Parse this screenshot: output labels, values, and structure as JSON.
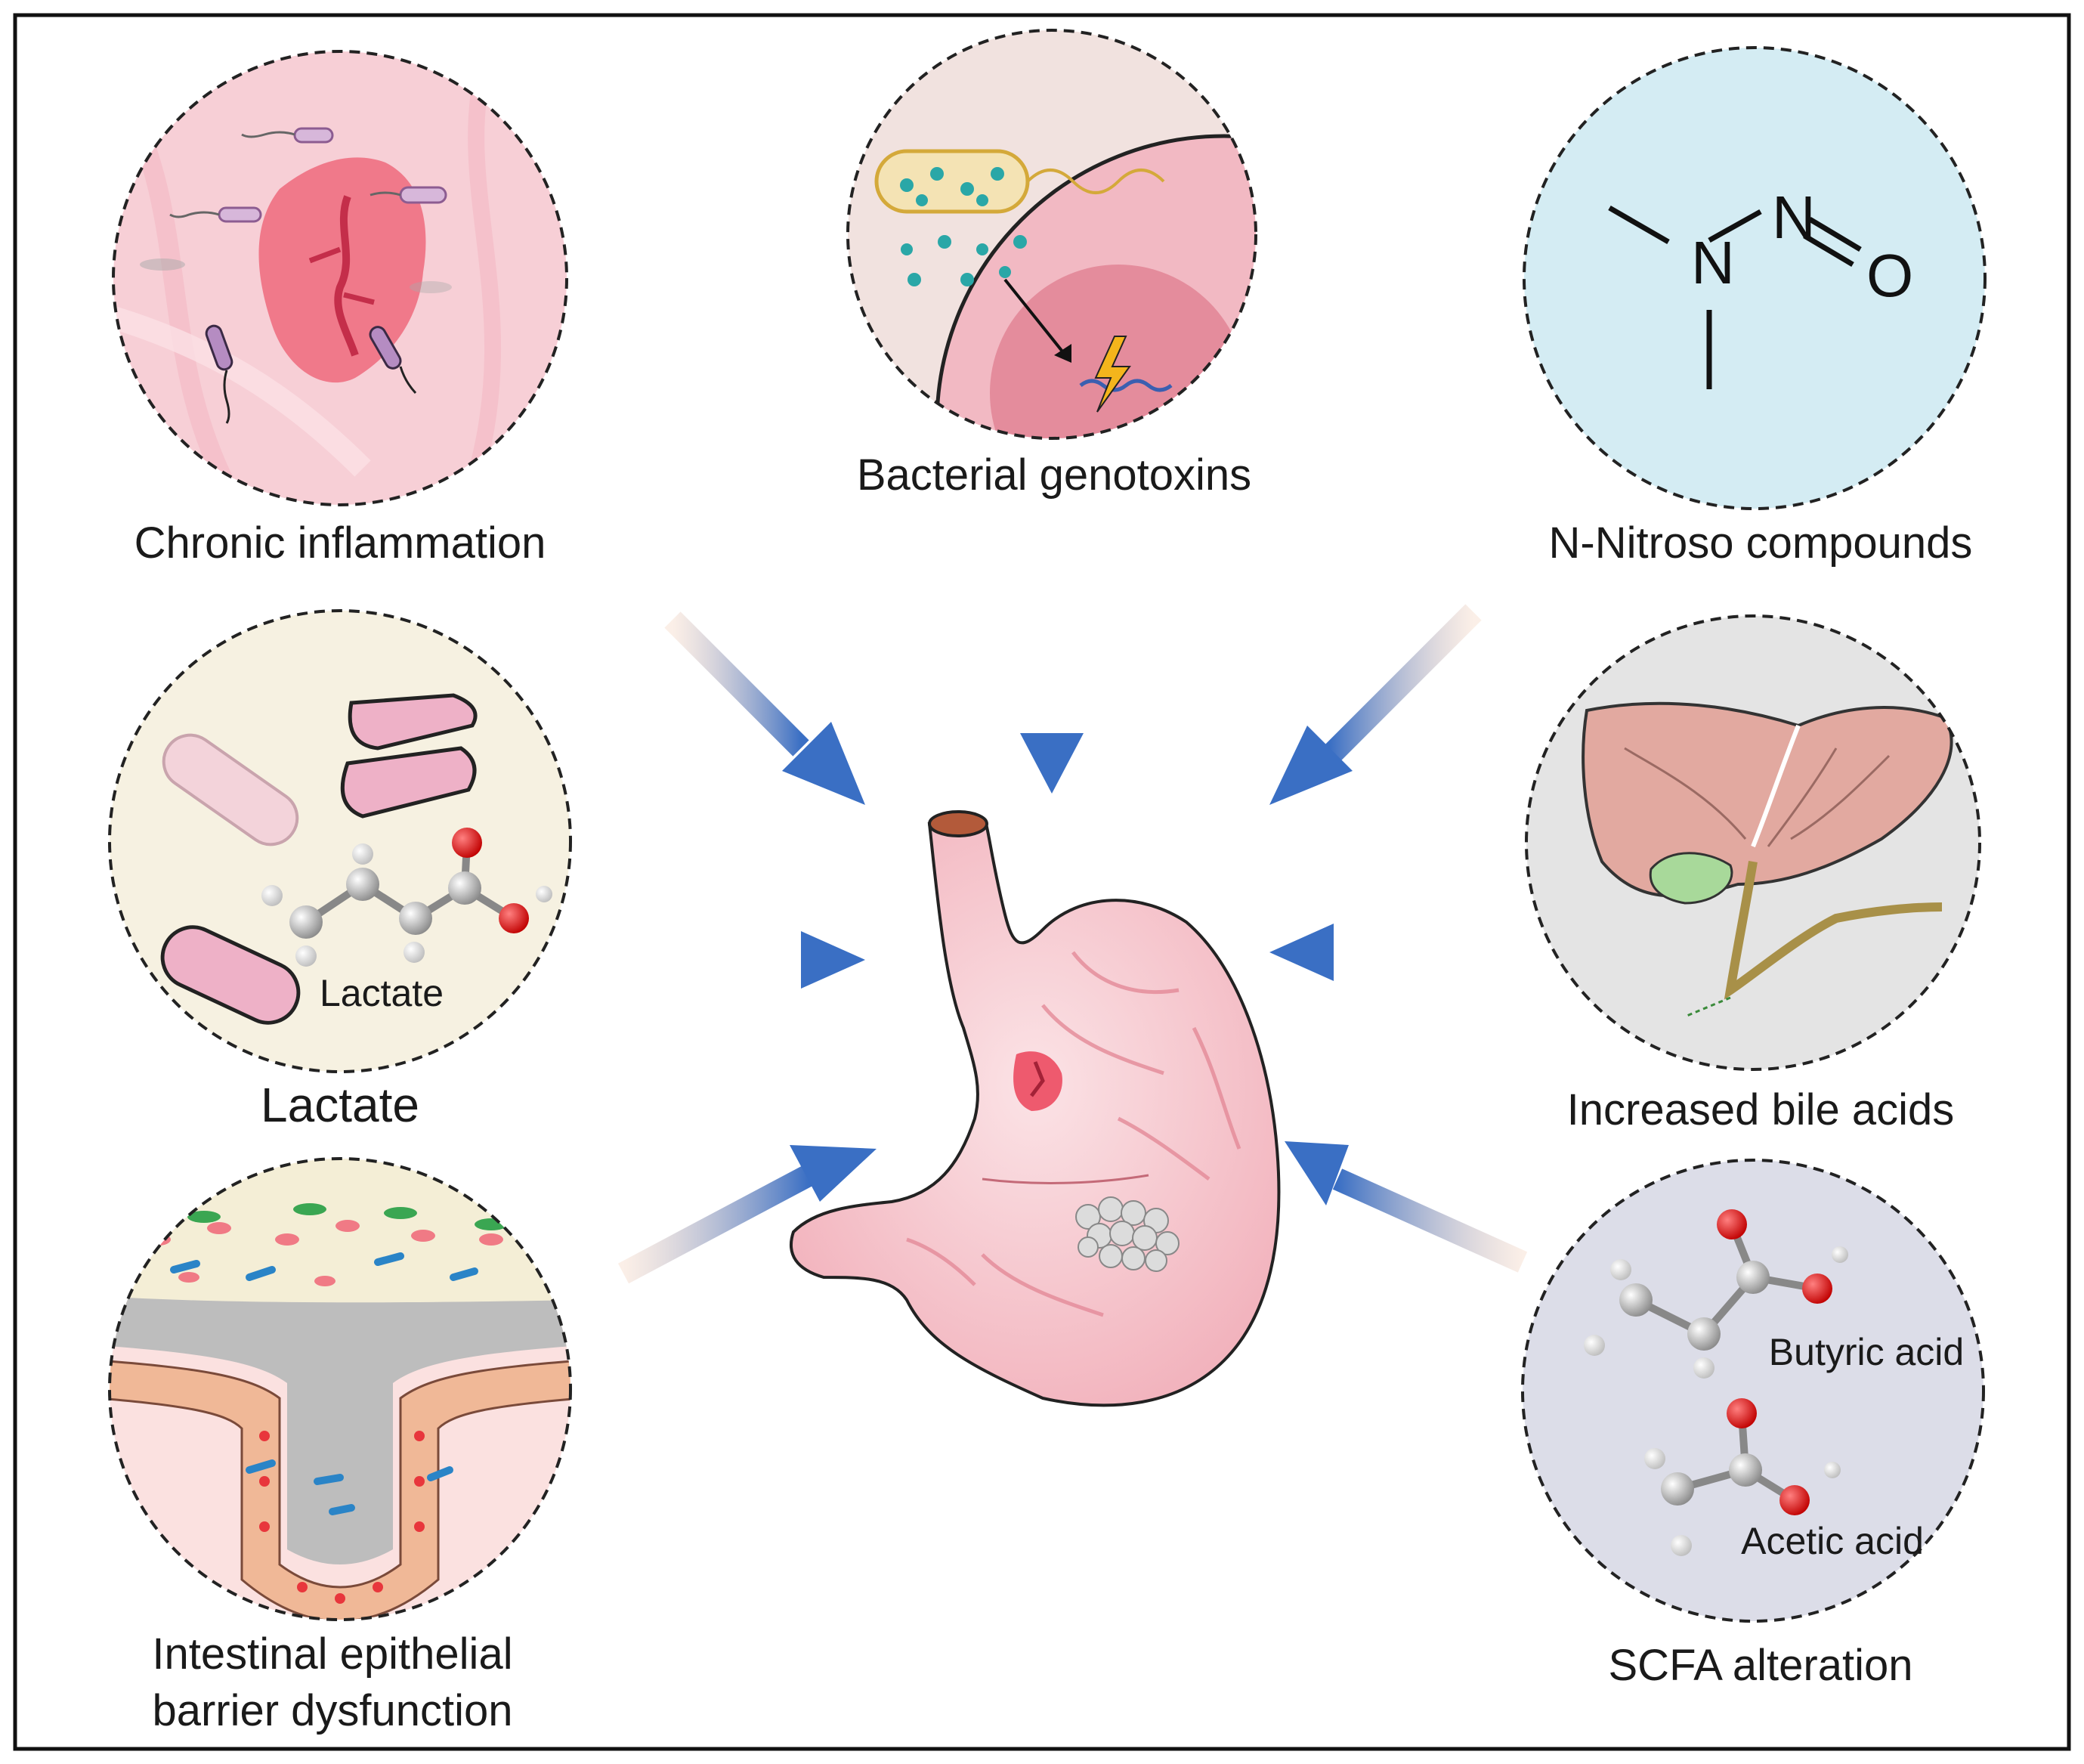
{
  "panels": {
    "chronic_inflammation": {
      "label": "Chronic inflammation"
    },
    "bacterial_genotoxins": {
      "label": "Bacterial genotoxins"
    },
    "n_nitroso": {
      "label": "N-Nitroso compounds",
      "atoms": {
        "n1": "N",
        "n2": "N",
        "o": "O"
      }
    },
    "lactate": {
      "label": "Lactate",
      "molecule_label": "Lactate"
    },
    "bile_acids": {
      "label": "Increased bile acids"
    },
    "barrier": {
      "label_line1": "Intestinal epithelial",
      "label_line2": "barrier dysfunction"
    },
    "scfa": {
      "label": "SCFA alteration",
      "molecule1": "Butyric acid",
      "molecule2": "Acetic acid"
    }
  },
  "colors": {
    "arrow": "#3a6fc4",
    "inflammation_bg": "#f7cfd6",
    "genotoxin_bg": "#f1e2df",
    "nitroso_bg": "#d4ecf3",
    "lactate_bg": "#f6f1e1",
    "bile_bg": "#e4e4e4",
    "barrier_bg": "#fbe1e0",
    "scfa_bg": "#dcdde8",
    "stomach": "#f6c9cf"
  }
}
